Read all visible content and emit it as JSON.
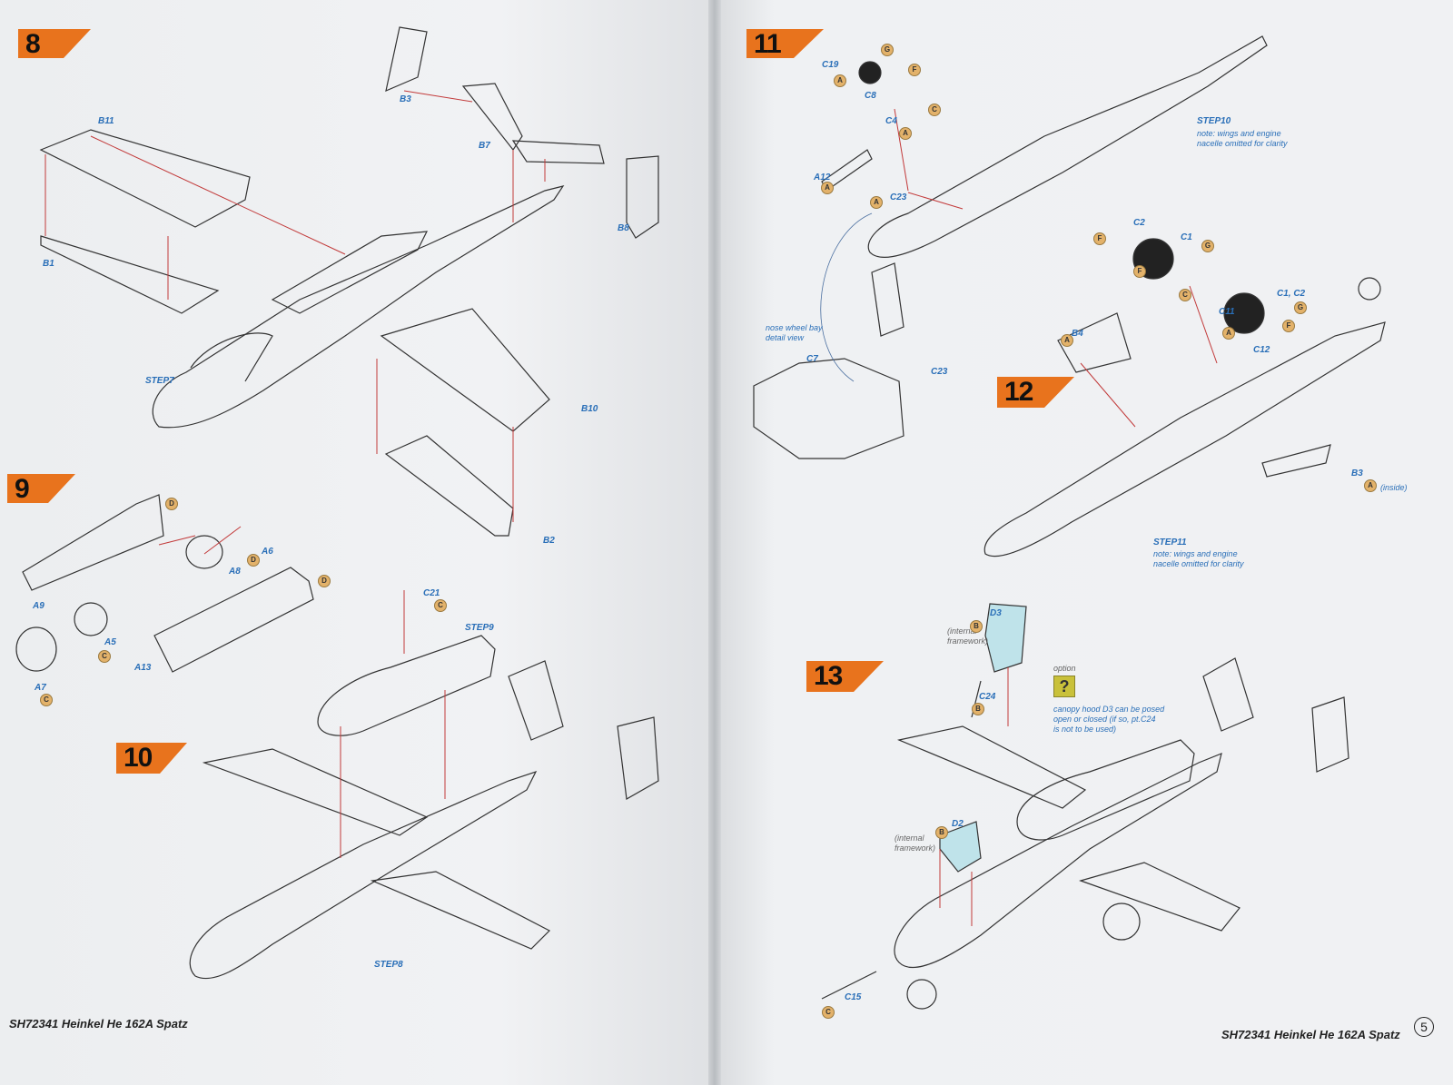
{
  "document": {
    "footer_left": "SH72341 Heinkel He 162A Spatz",
    "footer_right": "SH72341 Heinkel He 162A Spatz",
    "page_number_right": "5",
    "flag_color": "#e8731d"
  },
  "steps": {
    "s8": "8",
    "s9": "9",
    "s10": "10",
    "s11": "11",
    "s12": "12",
    "s13": "13"
  },
  "left": {
    "step8": {
      "B11": "B11",
      "B1": "B1",
      "B3": "B3",
      "B7": "B7",
      "B8": "B8",
      "B10": "B10",
      "B2": "B2",
      "STEP7": "STEP7"
    },
    "step9": {
      "A9": "A9",
      "A6": "A6",
      "A8": "A8",
      "A5": "A5",
      "A7": "A7",
      "A13": "A13"
    },
    "step10": {
      "C21": "C21",
      "STEP9": "STEP9",
      "STEP8": "STEP8"
    }
  },
  "right": {
    "step11": {
      "C19": "C19",
      "C8": "C8",
      "C4": "C4",
      "A12": "A12",
      "C23a": "C23",
      "STEP10": "STEP10",
      "note1": "note: wings and engine",
      "note2": "nacelle omitted for clarity",
      "nose1": "nose wheel bay",
      "nose2": "detail view",
      "C7": "C7",
      "C23b": "C23"
    },
    "step12": {
      "C2": "C2",
      "C1": "C1",
      "C11": "C11",
      "C1C2": "C1, C2",
      "C12": "C12",
      "B4": "B4",
      "B3": "B3",
      "inside": "(inside)",
      "STEP11": "STEP11",
      "note1": "note: wings and engine",
      "note2": "nacelle omitted for clarity"
    },
    "step13": {
      "D3": "D3",
      "internal1": "(internal",
      "internal2": "framework)",
      "option": "option",
      "C24": "C24",
      "canopy1": "canopy hood D3 can be posed",
      "canopy2": "open or closed (if so, pt.C24",
      "canopy3": "is not to be used)",
      "D2": "D2",
      "internal3": "(internal",
      "internal4": "framework)",
      "C15": "C15"
    }
  },
  "paints": {
    "A": "A",
    "B": "B",
    "C": "C",
    "D": "D",
    "F": "F",
    "G": "G",
    "Q": "?"
  }
}
